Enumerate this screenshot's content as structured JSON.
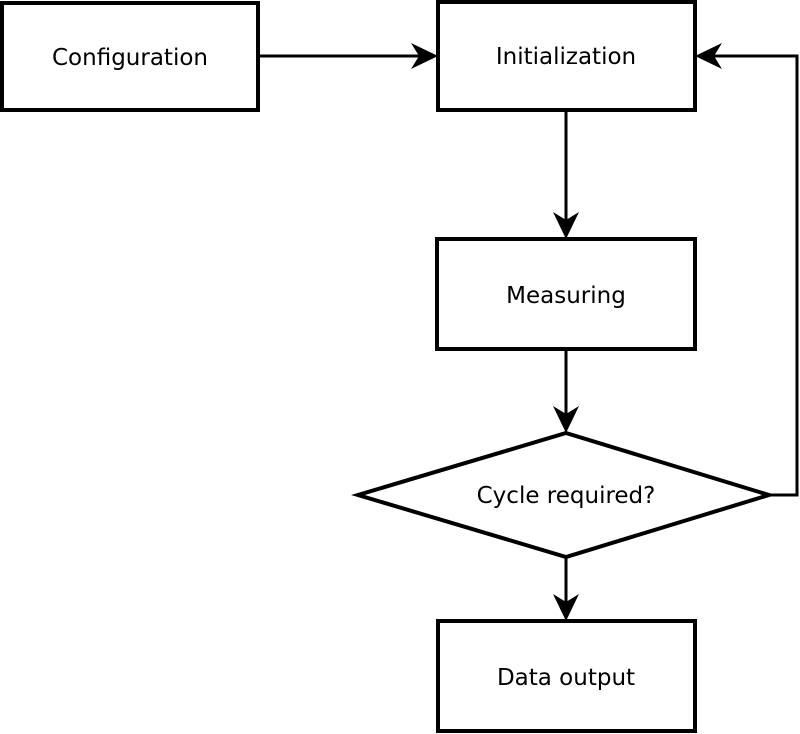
{
  "diagram": {
    "background_color": "#ffffff",
    "line_color": "#000000",
    "node_fill_color": "#ffffff",
    "nodes": {
      "configuration": {
        "label": "Configuration",
        "shape": "rectangle"
      },
      "initialization": {
        "label": "Initialization",
        "shape": "rectangle"
      },
      "measuring": {
        "label": "Measuring",
        "shape": "rectangle"
      },
      "cycle_required": {
        "label": "Cycle required?",
        "shape": "diamond"
      },
      "data_output": {
        "label": "Data output",
        "shape": "rectangle"
      }
    },
    "edges": [
      {
        "from": "configuration",
        "to": "initialization",
        "direction": "right"
      },
      {
        "from": "initialization",
        "to": "measuring",
        "direction": "down"
      },
      {
        "from": "measuring",
        "to": "cycle_required",
        "direction": "down"
      },
      {
        "from": "cycle_required",
        "to": "data_output",
        "direction": "down"
      },
      {
        "from": "cycle_required",
        "to": "initialization",
        "direction": "loop-back-right-up"
      }
    ]
  }
}
